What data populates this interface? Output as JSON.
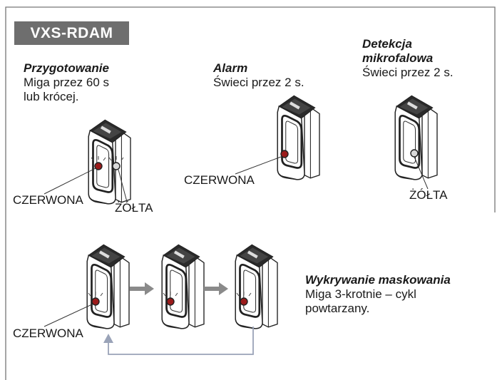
{
  "header": {
    "model_label": "VXS-RDAM"
  },
  "states": [
    {
      "title": "Przygotowanie",
      "line1": "Miga przez 60 s",
      "line2": "lub krócej."
    },
    {
      "title": "Alarm",
      "line1": "Świeci przez 2 s."
    },
    {
      "title_line1": "Detekcja",
      "title_line2": "mikrofalowa",
      "line1": "Świeci przez 2 s."
    },
    {
      "title": "Wykrywanie maskowania",
      "line1": "Miga 3-krotnie – cykl",
      "line2": "powtarzany."
    }
  ],
  "led_labels": {
    "red": "CZERWONA",
    "yellow": "ŻÓŁTA"
  },
  "colors": {
    "tag_bg": "#6e6e6e",
    "frame": "#777777",
    "arrow": "#8a8a8a",
    "loop_arrow": "#9aa3b8",
    "led_red": "#9b1b1b"
  }
}
